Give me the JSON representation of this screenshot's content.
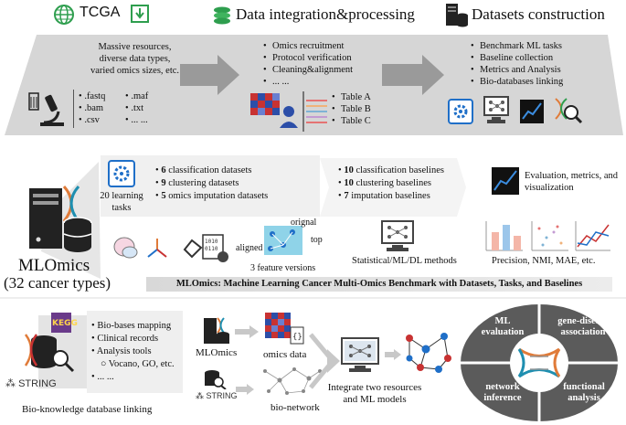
{
  "top": {
    "tcga_title": "TCGA",
    "integration_title": "Data integration&processing",
    "construction_title": "Datasets construction",
    "tcga_desc": [
      "Massive resources,",
      "diverse data types,",
      "varied omics sizes, etc."
    ],
    "file_types": [
      ".fastq",
      ".maf",
      ".bam",
      ".txt",
      ".csv",
      "... ..."
    ],
    "integration_items": [
      "Omics recruitment",
      "Protocol verification",
      "Cleaning&alignment",
      "... ..."
    ],
    "tables": [
      "Table A",
      "Table B",
      "Table C"
    ],
    "construction_items": [
      "Benchmark ML tasks",
      "Baseline collection",
      "Metrics and Analysis",
      "Bio-databases linking"
    ]
  },
  "middle": {
    "tasks_label": "20 learning tasks",
    "datasets": [
      {
        "num": "6",
        "text": " classification datasets"
      },
      {
        "num": "9",
        "text": " clustering datasets"
      },
      {
        "num": "5",
        "text": " omics imputation datasets"
      }
    ],
    "baselines": [
      {
        "num": "10",
        "text": " classification baselines"
      },
      {
        "num": "10",
        "text": " clustering baselines"
      },
      {
        "num": "7",
        "text": "  imputation baselines"
      }
    ],
    "eval_label": "Evaluation, metrics, and visualization",
    "feature_labels": {
      "orignal": "orignal",
      "top": "top",
      "aligned": "aligned"
    },
    "feature_versions": "3 feature versions",
    "methods_label": "Statistical/ML/DL methods",
    "metrics_label": "Precision, NMI, MAE, etc.",
    "mlomics": "MLOmics",
    "cancer_types": "(32 cancer types)",
    "banner": "MLOmics: Machine Learning Cancer Multi-Omics Benchmark with Datasets, Tasks, and Baselines"
  },
  "bottom": {
    "bio_items": [
      "Bio-bases mapping",
      "Clinical records",
      "Analysis tools"
    ],
    "bio_sub": "Vocano, GO, etc.",
    "bio_more": "... ...",
    "string_label": "STRING",
    "kegg_label": "KEGG",
    "bio_caption": "Bio-knowledge database linking",
    "mlomics_label": "MLOmics",
    "omics_label": "omics data",
    "bionet_label": "bio-network",
    "integrate_label": "Integrate two resources and ML models",
    "circle": {
      "q1": "ML evaluation",
      "q2": "gene-disease association",
      "q3": "network inference",
      "q4": "functional analysis"
    }
  },
  "colors": {
    "green": "#2e9e4e",
    "blue": "#1f6fc8",
    "gray": "#d5d5d5",
    "dark": "#5b5b5b"
  }
}
